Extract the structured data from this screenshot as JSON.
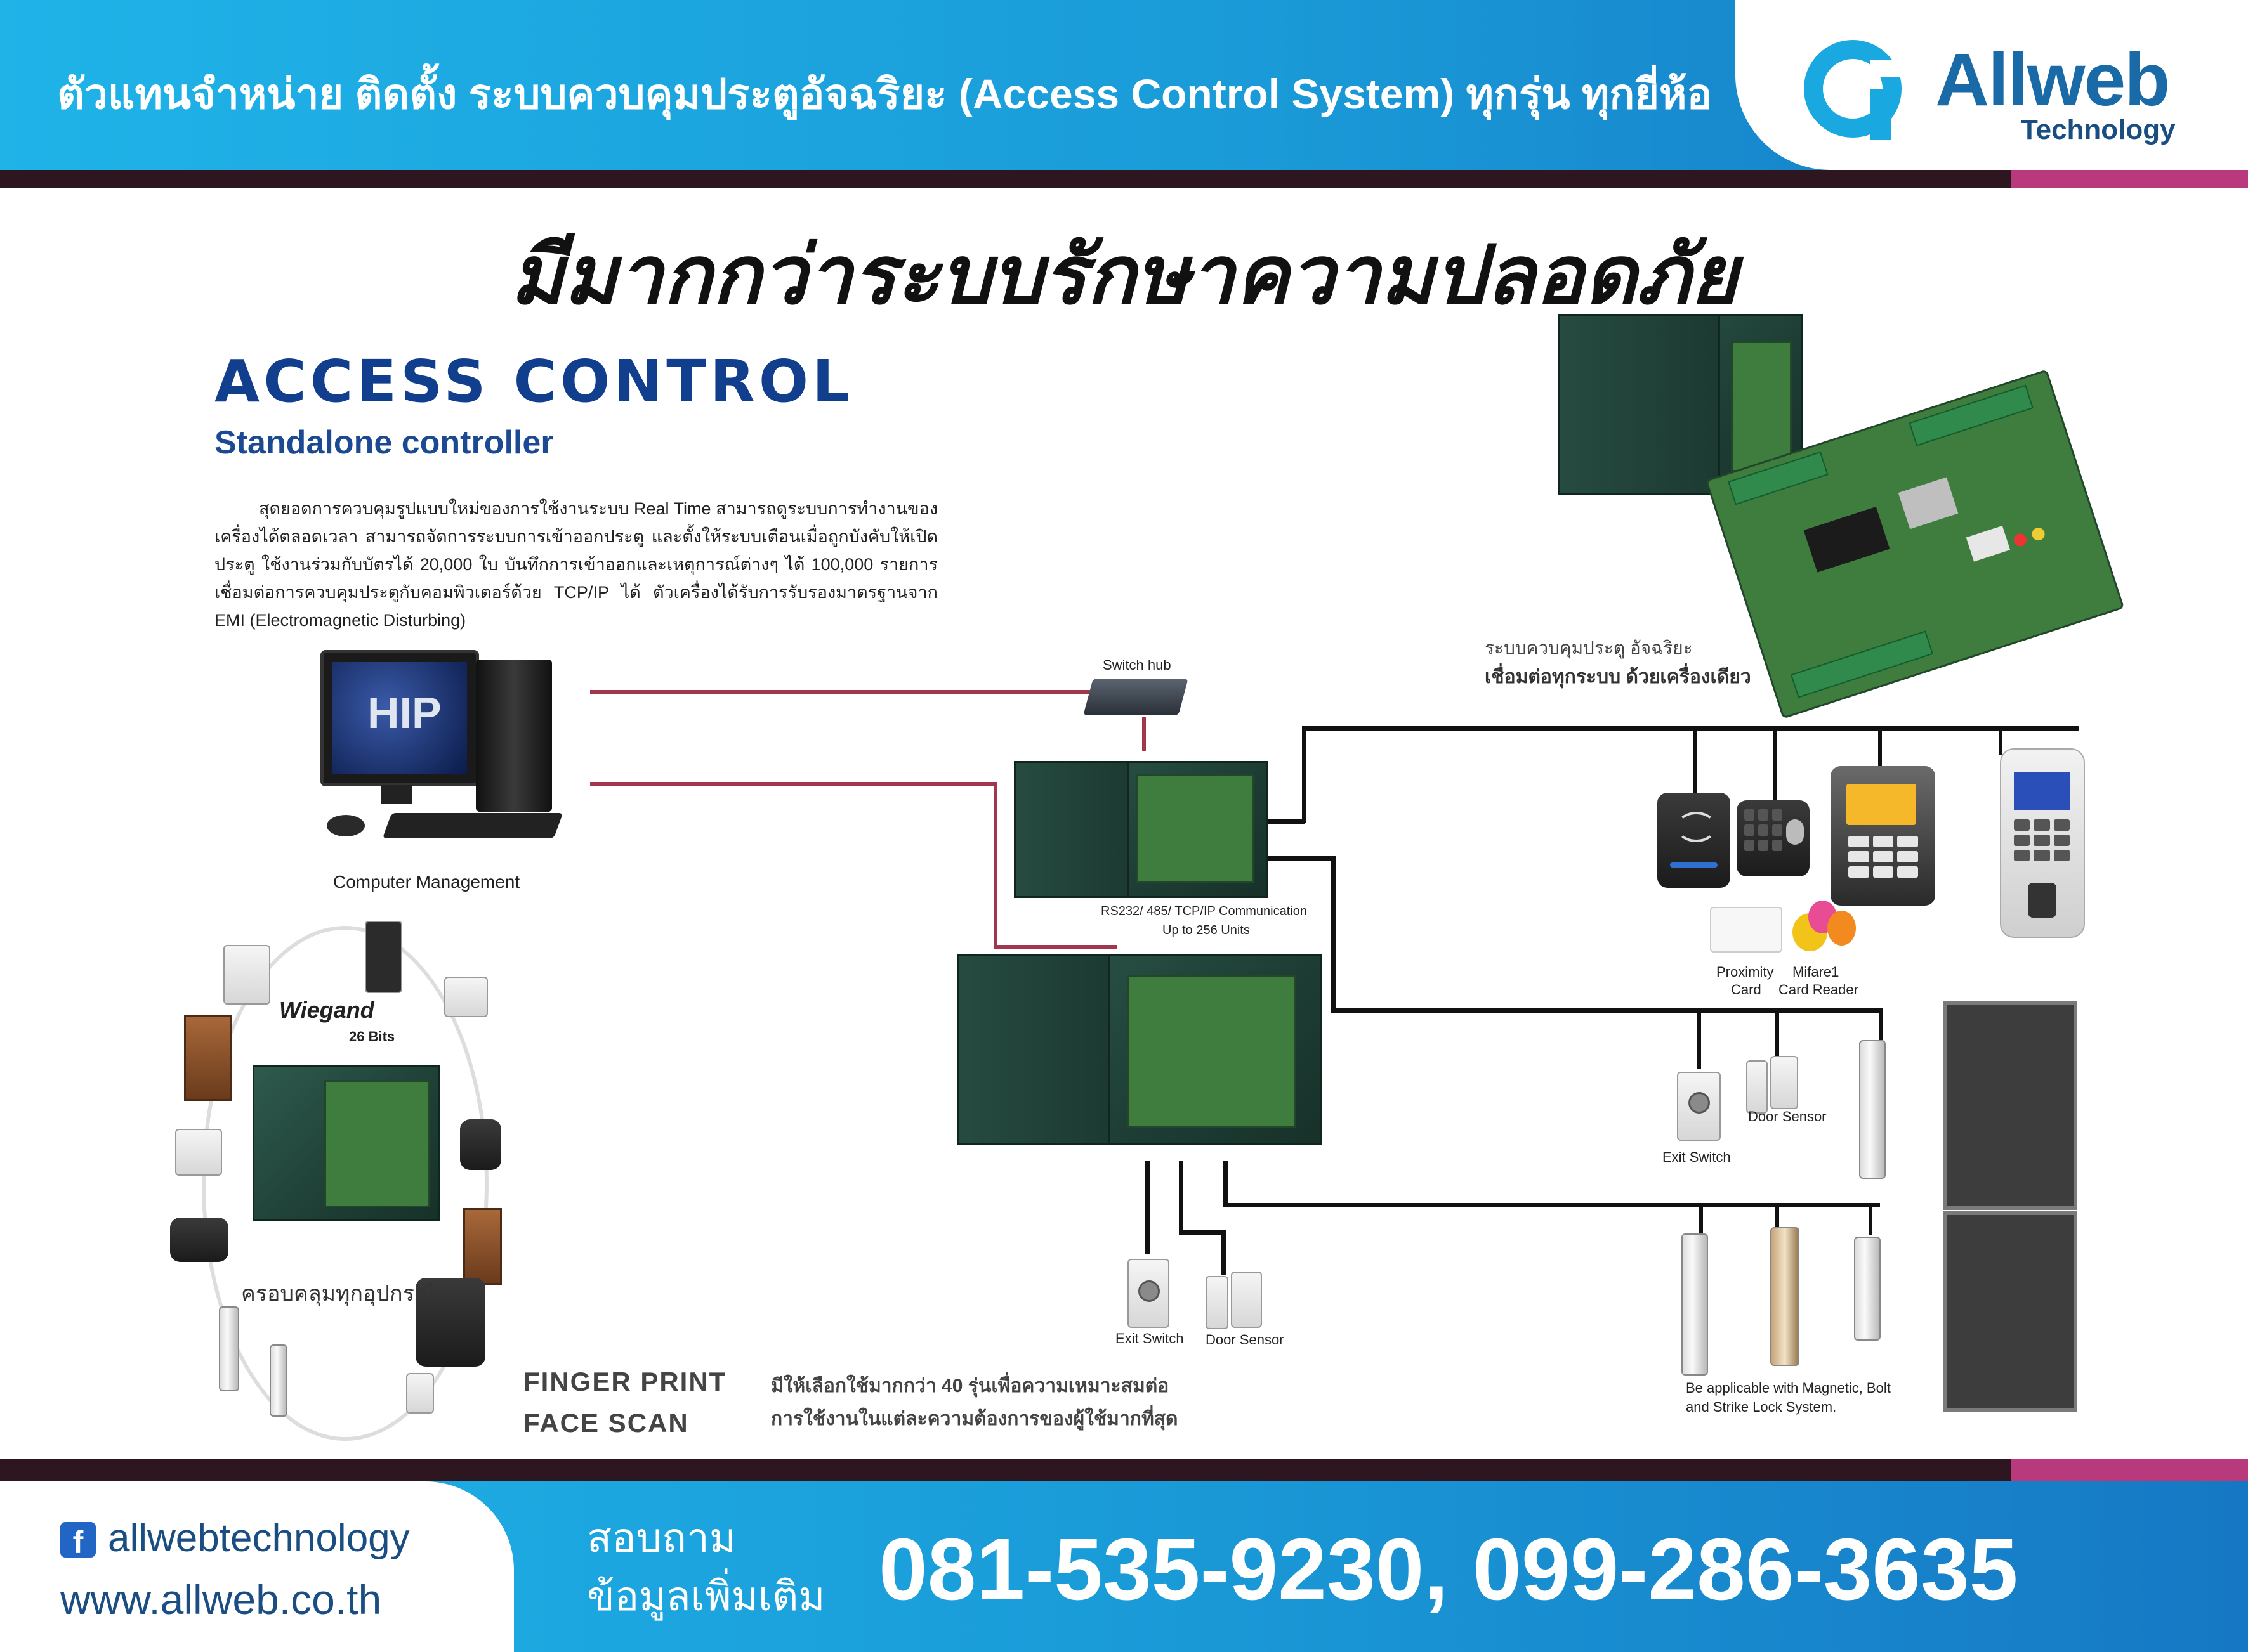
{
  "header": {
    "title": "ตัวแทนจำหน่าย ติดตั้ง ระบบควบคุมประตูอัจฉริยะ (Access Control System) ทุกรุ่น ทุกยี่ห้อ",
    "brand_name": "Allweb",
    "brand_sub": "Technology"
  },
  "main_heading": "มีมากกว่าระบบรักษาความปลอดภัย",
  "left": {
    "title": "ACCESS CONTROL",
    "subtitle": "Standalone controller",
    "description": "สุดยอดการควบคุมรูปแบบใหม่ของการใช้งานระบบ Real Time สามารถดูระบบการทำงานของเครื่องได้ตลอดเวลา สามารถจัดการระบบการเข้าออกประตู และตั้งให้ระบบเตือนเมื่อถูกบังคับให้เปิดประตู ใช้งานร่วมกับบัตรได้ 20,000 ใบ บันทึกการเข้าออกและเหตุการณ์ต่างๆ ได้ 100,000 รายการ เชื่อมต่อการควบคุมประตูกับคอมพิวเตอร์ด้วย TCP/IP ได้ ตัวเครื่องได้รับการรับรองมาตรฐานจาก EMI (Electromagnetic Disturbing)"
  },
  "computer": {
    "brand": "HIP",
    "label": "Computer Management"
  },
  "switch_hub": "Switch hub",
  "comm": {
    "line1": "RS232/ 485/ TCP/IP Communication",
    "line2": "Up to 256 Units"
  },
  "controller_caption": {
    "line1": "ระบบควบคุมประตู อัจฉริยะ",
    "line2": "เชื่อมต่อทุกระบบ ด้วยเครื่องเดียว"
  },
  "cards": {
    "proximity": [
      "Proximity",
      "Card"
    ],
    "mifare": [
      "Mifare1",
      "Card Reader"
    ]
  },
  "exit_switch": "Exit Switch",
  "door_sensor": "Door Sensor",
  "lock_caption": {
    "line1": "Be applicable with Magnetic, Bolt",
    "line2": "and Strike Lock System."
  },
  "ring": {
    "wiegand": "Wiegand",
    "bits": "26 Bits",
    "caption": "ครอบคลุมทุกอุปกรณ์"
  },
  "bottom": {
    "fp": "FINGER PRINT",
    "fs": "FACE SCAN",
    "desc1": "มีให้เลือกใช้มากกว่า 40 รุ่นเพื่อความเหมาะสมต่อ",
    "desc2": "การใช้งานในแต่ละความต้องการของผู้ใช้มากที่สุด"
  },
  "footer": {
    "facebook": "allwebtechnology",
    "website": "www.allweb.co.th",
    "inquiry1": "สอบถาม",
    "inquiry2": "ข้อมูลเพิ่มเติม",
    "phones": "081-535-9230, 099-286-3635"
  },
  "colors": {
    "header_blue": "#1fb3e8",
    "header_dark_blue": "#1678c4",
    "stripe_dark": "#2e1620",
    "stripe_accent": "#b83a7c",
    "title_blue": "#123f8d",
    "red_wire": "#a2364d"
  },
  "icons": [
    "allweb-logo-icon",
    "facebook-icon",
    "exit-button-icon",
    "fingerprint-icon"
  ]
}
